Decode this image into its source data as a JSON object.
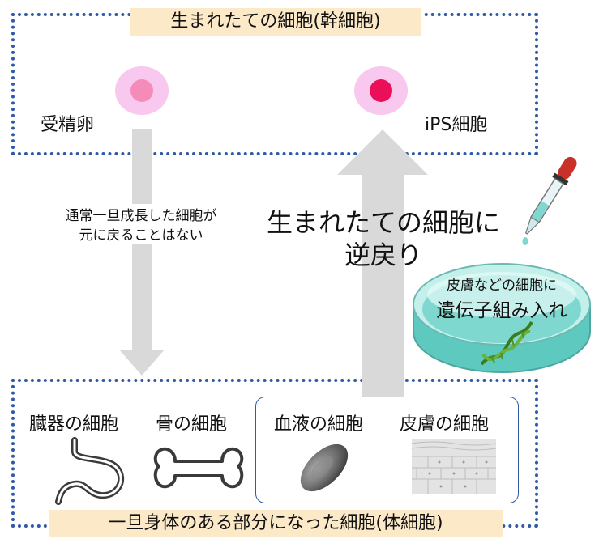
{
  "top_box": {
    "title": "生まれたての細胞(幹細胞)"
  },
  "fertilized_egg": {
    "label": "受精卵"
  },
  "ips_cell": {
    "label": "iPS細胞"
  },
  "left_arrow": {
    "line1": "通常一旦成長した細胞が",
    "line2": "元に戻ることはない"
  },
  "center_text": {
    "line1": "生まれたての細胞に",
    "line2": "逆戻り"
  },
  "petri": {
    "line1": "皮膚などの細胞に",
    "line2": "遺伝子組み入れ"
  },
  "bottom_box": {
    "title": "一旦身体のある部分になった細胞(体細胞)",
    "cells": [
      {
        "label": "臓器の細胞",
        "icon": "stomach-icon"
      },
      {
        "label": "骨の細胞",
        "icon": "bone-icon"
      },
      {
        "label": "血液の細胞",
        "icon": "red-blood-cell-icon"
      },
      {
        "label": "皮膚の細胞",
        "icon": "skin-tissue-icon"
      }
    ]
  },
  "colors": {
    "dotted_border": "#2f5aa8",
    "label_bg": "#fce9c8",
    "arrow": "#d9d9d9",
    "egg_outer": "#f8c8ef",
    "egg_inner": "#f58bb8",
    "ips_inner": "#ea0f58",
    "petri_liquid": "#7fd8cf"
  }
}
